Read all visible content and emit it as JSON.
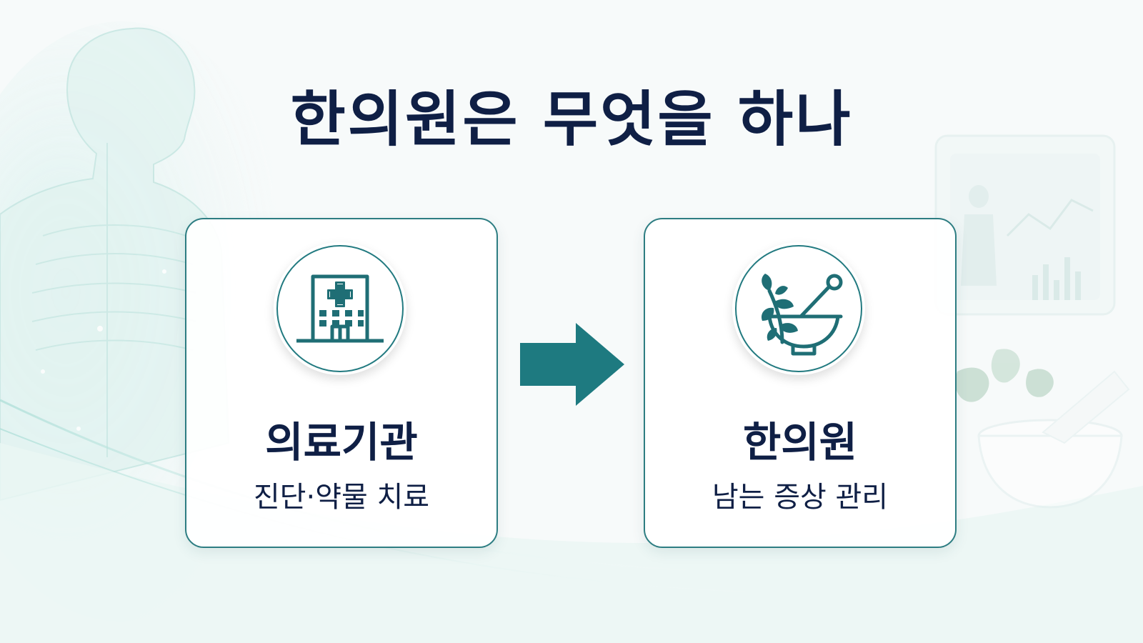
{
  "page": {
    "title": "한의원은 무엇을 하나"
  },
  "cards": [
    {
      "title": "의료기관",
      "subtitle": "진단·약물 치료",
      "icon": "hospital-icon"
    },
    {
      "title": "한의원",
      "subtitle": "남는 증상 관리",
      "icon": "herbal-mortar-icon"
    }
  ],
  "arrow": {
    "icon": "arrow-right-icon"
  },
  "colors": {
    "title_text": "#0f1f45",
    "accent_teal": "#227a80",
    "card_border": "#2d7d82",
    "background": "#f6f9f9"
  }
}
